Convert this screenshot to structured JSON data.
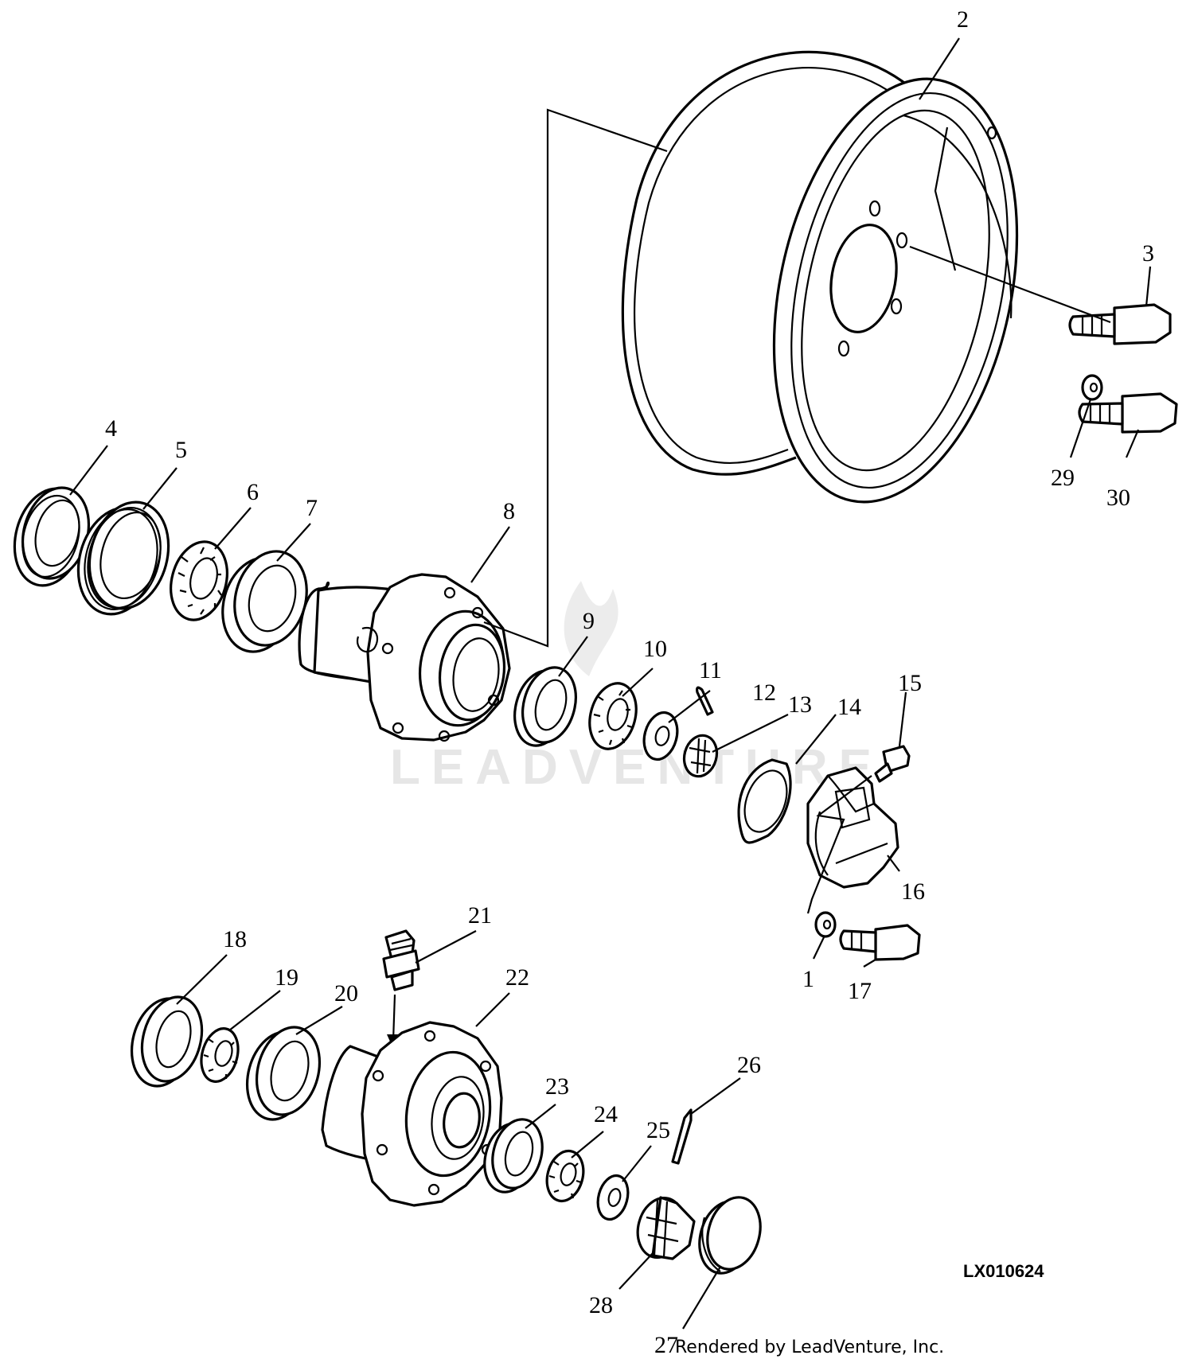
{
  "diagram": {
    "figure_code": "LX010624",
    "credit": "Rendered by LeadVenture, Inc.",
    "watermark": "LEADVENTURE",
    "callouts": {
      "c1": "1",
      "c2": "2",
      "c3": "3",
      "c4": "4",
      "c5": "5",
      "c6": "6",
      "c7": "7",
      "c8": "8",
      "c9": "9",
      "c10": "10",
      "c11": "11",
      "c12": "12",
      "c13": "13",
      "c14": "14",
      "c15": "15",
      "c16": "16",
      "c17": "17",
      "c18": "18",
      "c19": "19",
      "c20": "20",
      "c21": "21",
      "c22": "22",
      "c23": "23",
      "c24": "24",
      "c25": "25",
      "c26": "26",
      "c27": "27",
      "c28": "28",
      "c29": "29",
      "c30": "30"
    },
    "colors": {
      "line": "#000000",
      "background": "#ffffff",
      "watermark": "#e6e6e6"
    }
  }
}
